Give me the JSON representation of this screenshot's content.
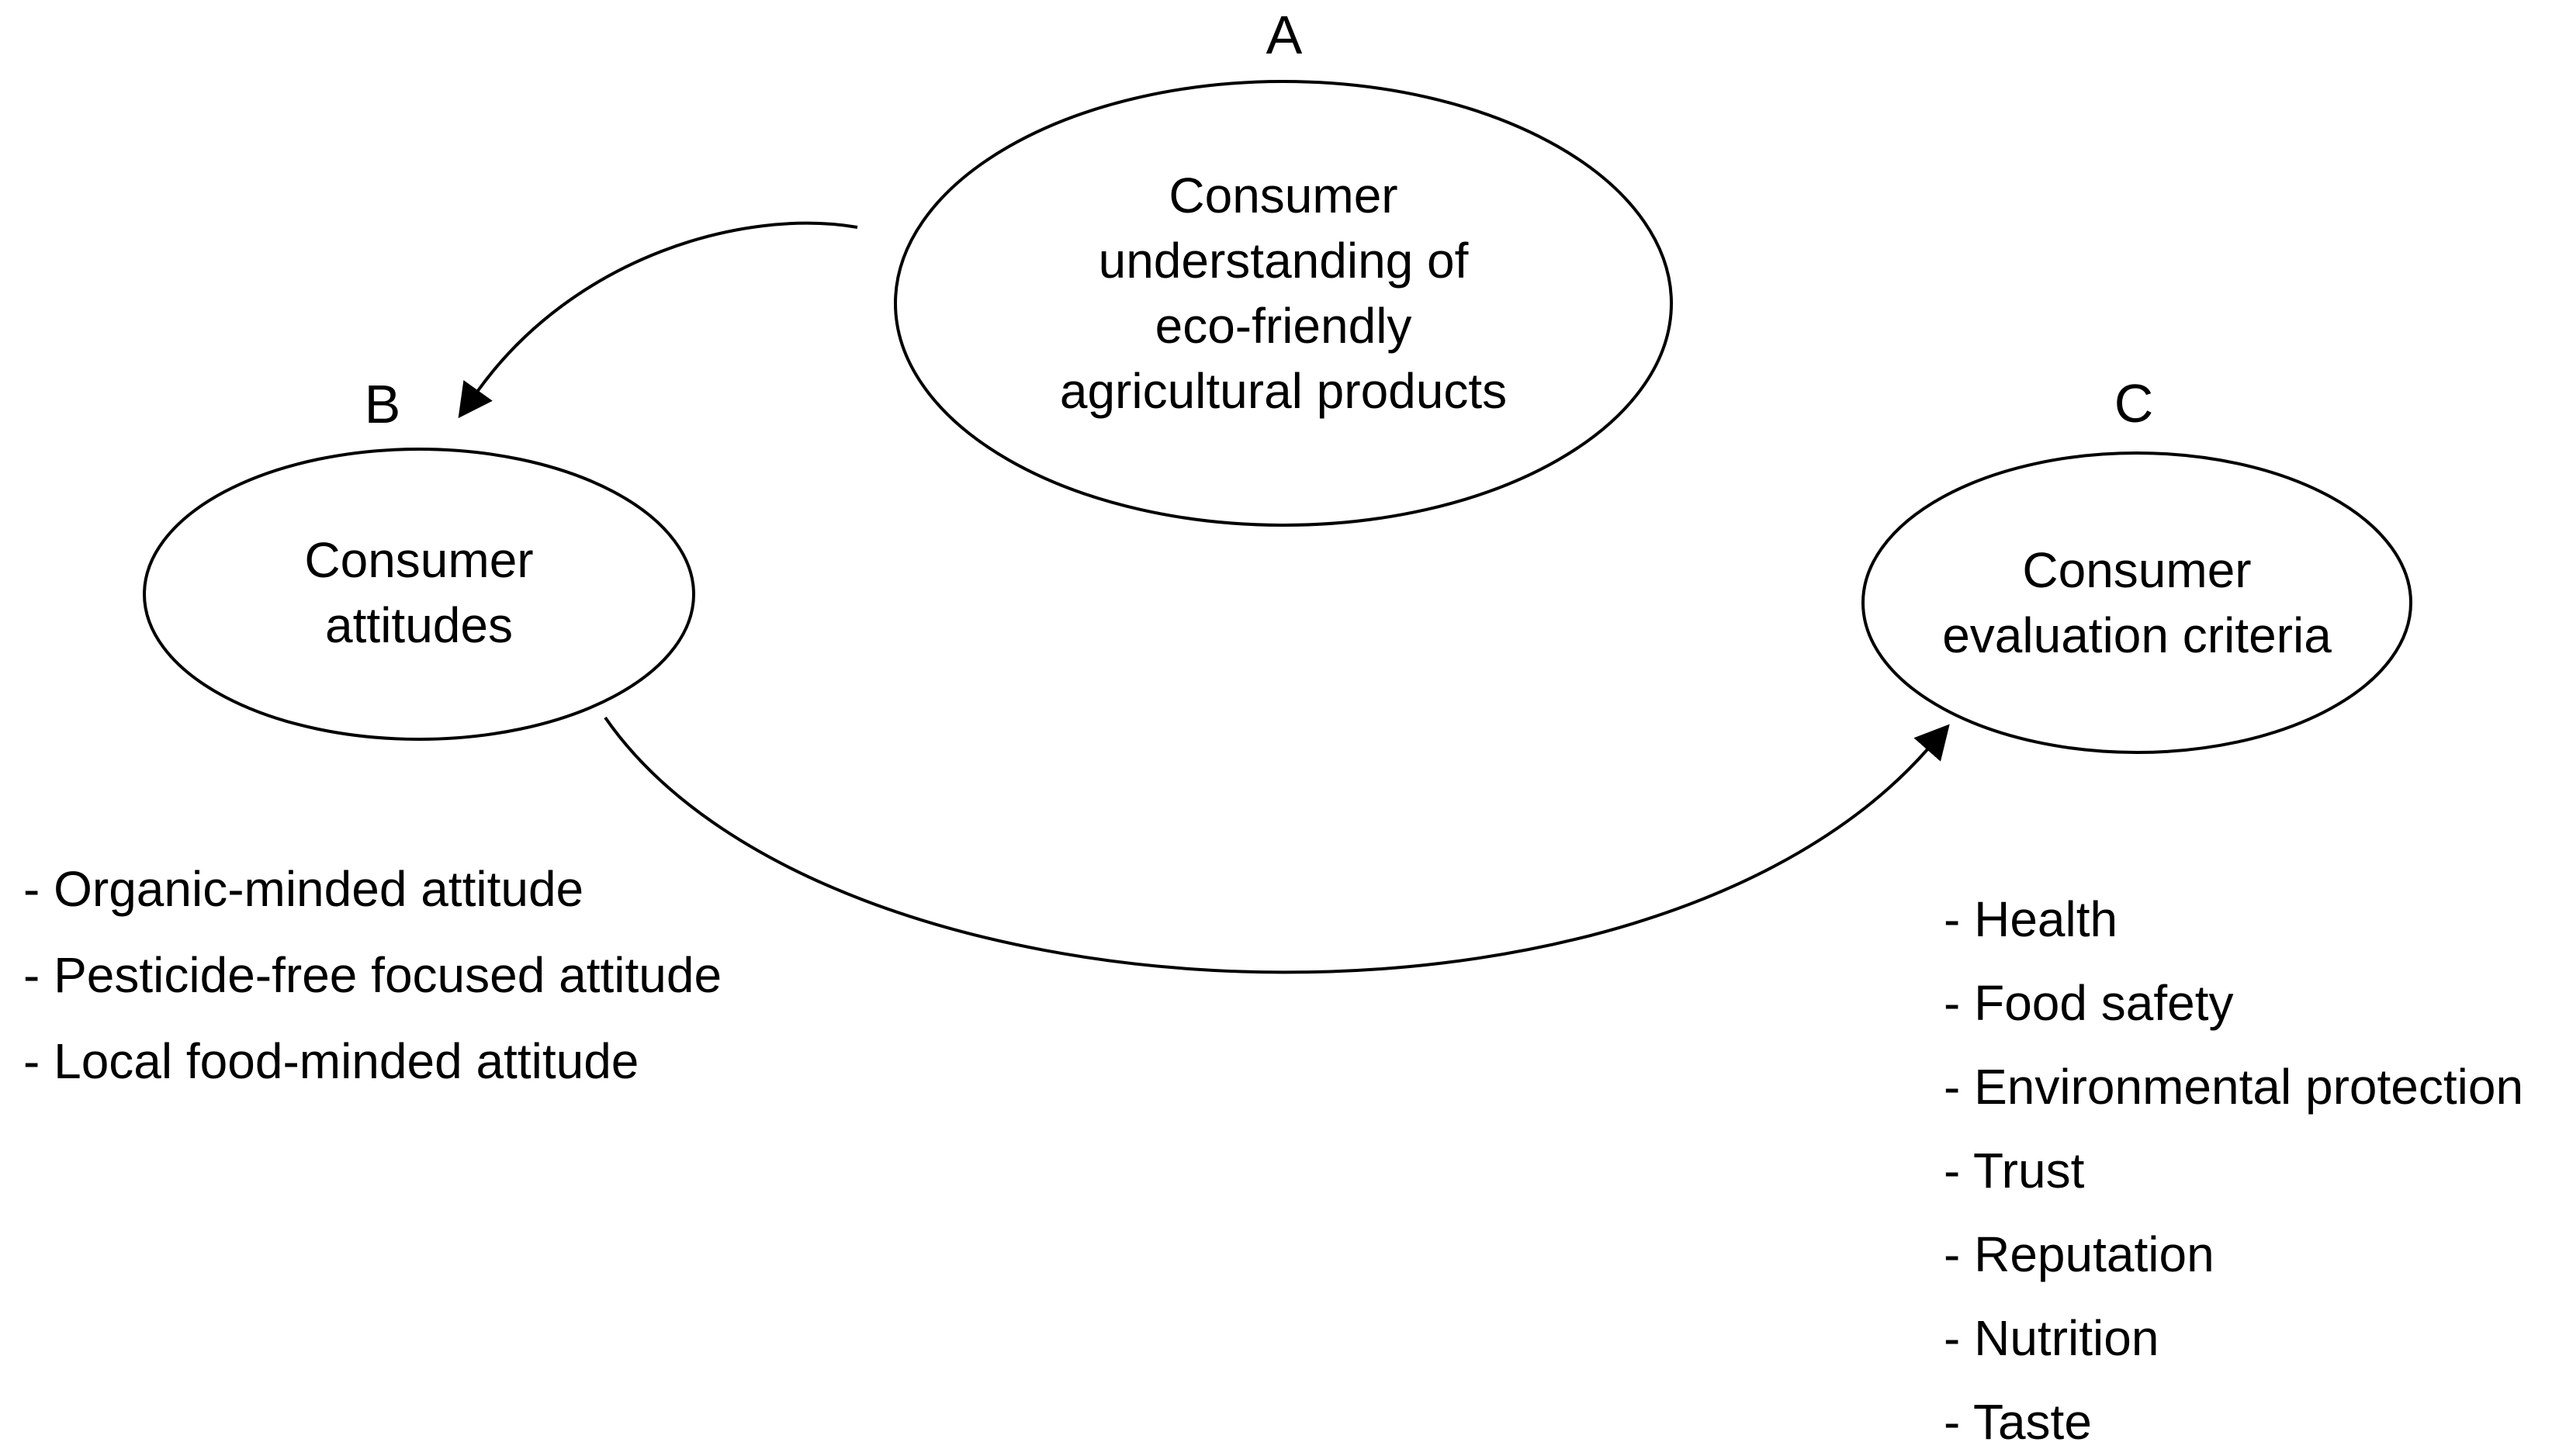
{
  "figure": {
    "colors": {
      "ink": "#000000",
      "background": "#ffffff"
    },
    "nodes": {
      "a": {
        "label": "A",
        "lines": [
          "Consumer",
          "understanding of",
          "eco-friendly",
          "agricultural products"
        ]
      },
      "b": {
        "label": "B",
        "lines": [
          "Consumer",
          "attitudes"
        ]
      },
      "c": {
        "label": "C",
        "lines": [
          "Consumer",
          "evaluation criteria"
        ]
      }
    },
    "edges": [
      {
        "from": "A",
        "to": "B"
      },
      {
        "from": "B",
        "to": "C"
      }
    ],
    "lists": {
      "attitudes": {
        "items": [
          "- Organic-minded attitude",
          "- Pesticide-free focused attitude",
          "- Local food-minded attitude"
        ]
      },
      "criteria": {
        "items": [
          "- Health",
          "- Food safety",
          "- Environmental protection",
          "- Trust",
          "- Reputation",
          "- Nutrition",
          "- Taste"
        ]
      }
    }
  }
}
